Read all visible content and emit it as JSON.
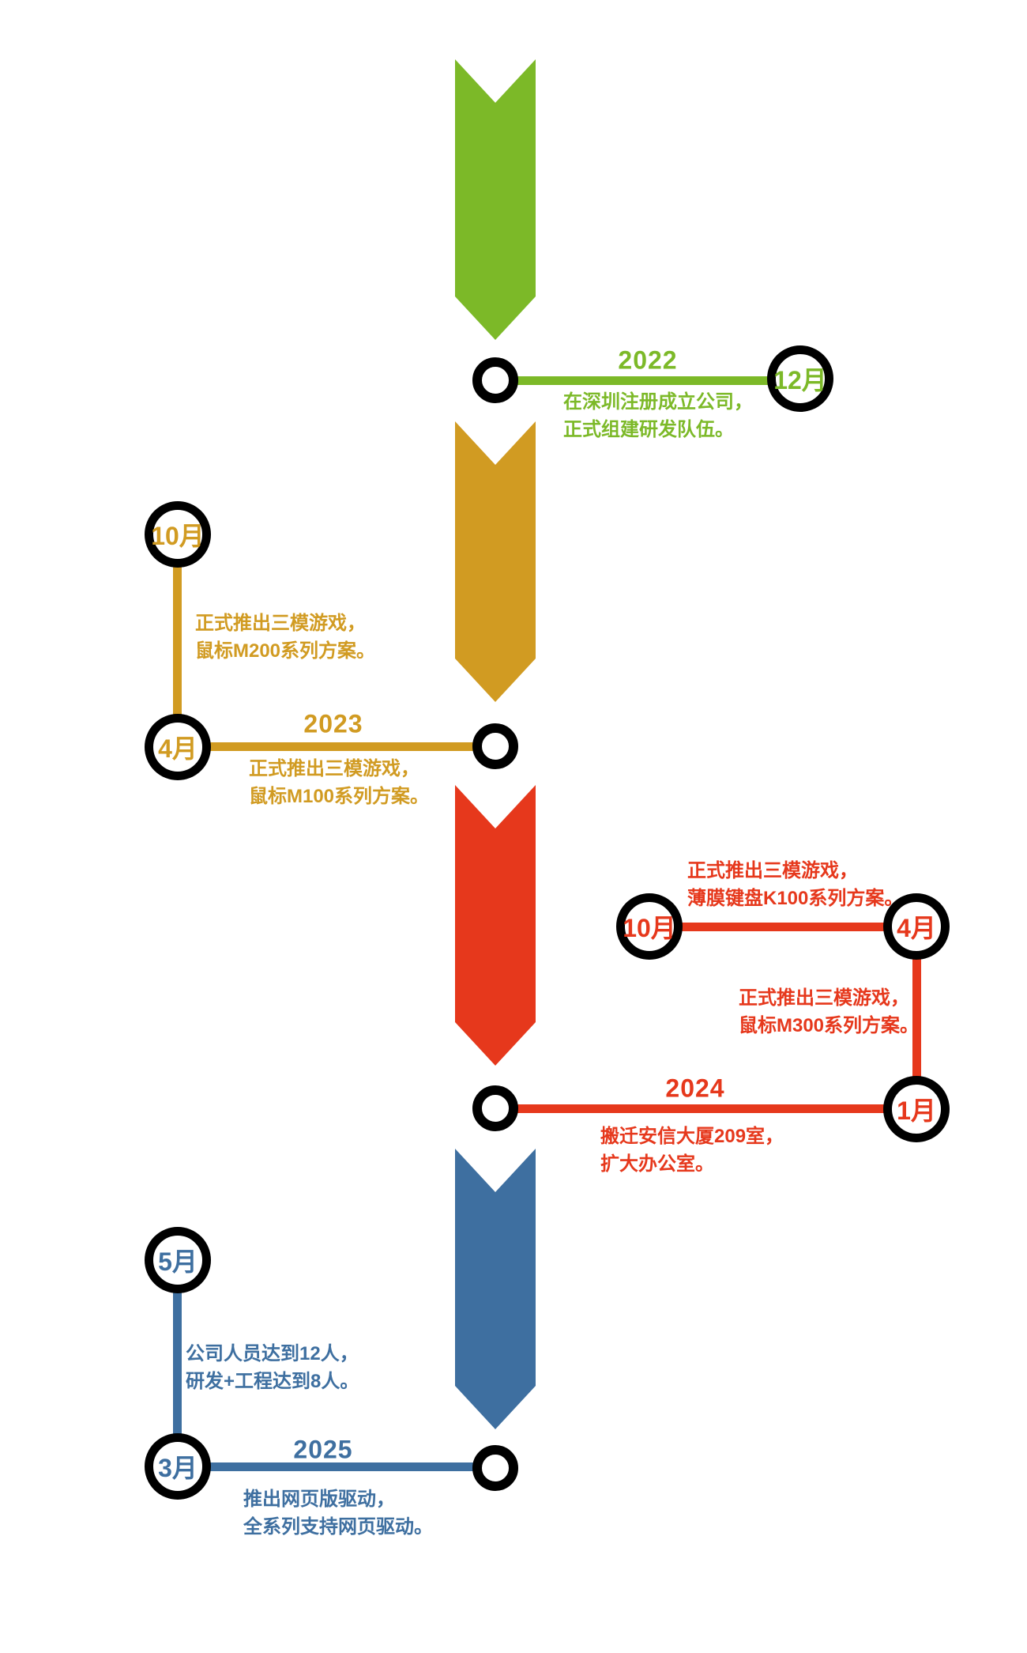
{
  "palette": {
    "green": "#7CB928",
    "gold": "#D19B22",
    "red": "#E6381C",
    "blue": "#3E6FA0",
    "background": "#FFFFFF"
  },
  "timeline": {
    "y2022": {
      "year": "2022",
      "dec": {
        "month": "12月",
        "desc": [
          "在深圳注册成立公司，",
          "正式组建研发队伍。"
        ]
      }
    },
    "y2023": {
      "year": "2023",
      "oct": {
        "month": "10月",
        "desc": [
          "正式推出三模游戏，",
          "鼠标M200系列方案。"
        ]
      },
      "apr": {
        "month": "4月",
        "desc": [
          "正式推出三模游戏，",
          "鼠标M100系列方案。"
        ]
      }
    },
    "y2024": {
      "year": "2024",
      "oct": {
        "month": "10月",
        "desc": [
          "正式推出三模游戏，",
          "薄膜键盘K100系列方案。"
        ]
      },
      "apr": {
        "month": "4月",
        "desc": [
          "正式推出三模游戏，",
          "鼠标M300系列方案。"
        ]
      },
      "jan": {
        "month": "1月",
        "desc": [
          "搬迁安信大厦209室，",
          "扩大办公室。"
        ]
      }
    },
    "y2025": {
      "year": "2025",
      "may": {
        "month": "5月",
        "desc": [
          "公司人员达到12人，",
          "研发+工程达到8人。"
        ]
      },
      "mar": {
        "month": "3月",
        "desc": [
          "推出网页版驱动，",
          "全系列支持网页驱动。"
        ]
      }
    }
  }
}
